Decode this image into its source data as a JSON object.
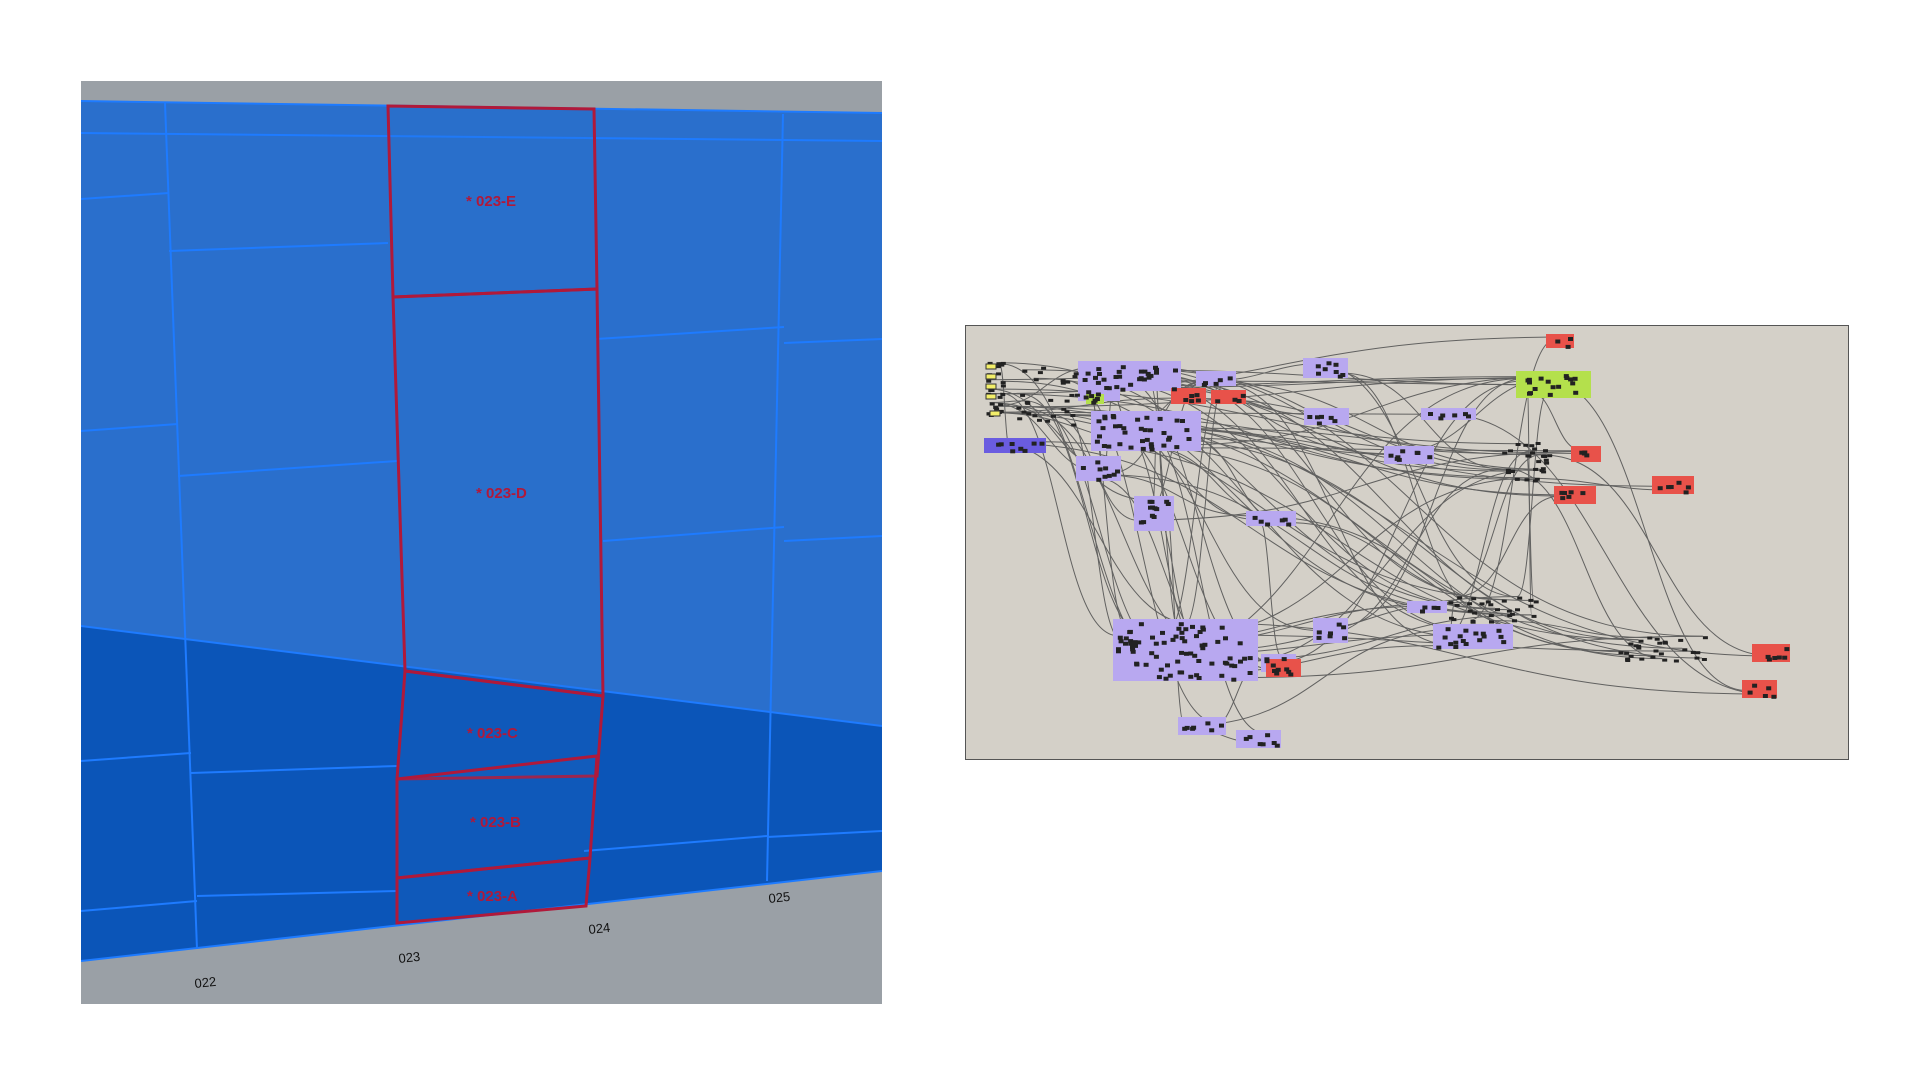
{
  "viewport": {
    "panels": [
      {
        "id": "023-A",
        "label": "* 023-A"
      },
      {
        "id": "023-B",
        "label": "* 023-B"
      },
      {
        "id": "023-C",
        "label": "* 023-C"
      },
      {
        "id": "023-D",
        "label": "* 023-D"
      },
      {
        "id": "023-E",
        "label": "* 023-E"
      }
    ],
    "column_labels": [
      "022",
      "023",
      "024",
      "025"
    ],
    "colors": {
      "background": "#9aa0a6",
      "panel_light": "#2a6fcc",
      "panel_dark": "#0b55b8",
      "edge": "#1e7bff",
      "selection": "#b0193a"
    }
  },
  "grasshopper": {
    "colors": {
      "canvas": "#d4d0c8",
      "group_purple": "#b8a8f0",
      "group_red": "#e8524a",
      "group_green": "#b4e04c",
      "group_blue": "#6a5ce0",
      "node": "#222222",
      "wire": "#555555"
    }
  }
}
